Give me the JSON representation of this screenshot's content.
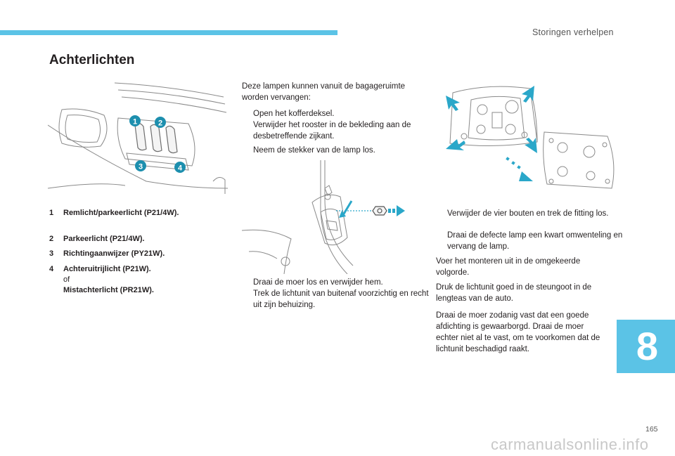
{
  "header": {
    "chapter_title": "Storingen verhelpen"
  },
  "title": "Achterlichten",
  "legend": [
    {
      "num": "1",
      "text": "Remlicht/parkeerlicht (P21/4W)."
    },
    {
      "num": "2",
      "text": "Parkeerlicht (P21/4W)."
    },
    {
      "num": "3",
      "text": "Richtingaanwijzer (PY21W)."
    },
    {
      "num": "4",
      "text": "Achteruitrijlicht (P21W).",
      "connector": "of",
      "alt": "Mistachterlicht (PR21W)."
    }
  ],
  "callouts": [
    "1",
    "2",
    "3",
    "4"
  ],
  "intro": "Deze lampen kunnen vanuit de bagageruimte worden vervangen:",
  "steps_a": [
    "Open het kofferdeksel.",
    "Verwijder het rooster in de bekleding aan de desbetreffende zijkant."
  ],
  "step_b": "Neem de stekker van de lamp los.",
  "steps_c": [
    "Draai de moer los en verwijder hem.",
    "Trek de lichtunit van buitenaf voorzichtig en recht uit zijn behuizing."
  ],
  "steps_d": [
    "Verwijder de vier bouten en trek de fitting los.",
    "Draai de defecte lamp een kwart omwenteling en vervang de lamp."
  ],
  "para_1": "Voer het monteren uit in de omgekeerde volgorde.",
  "para_2": "Druk de lichtunit goed in de steungoot in de lengteas van de auto.",
  "para_3": "Draai de moer zodanig vast dat een goede afdichting is gewaarborgd. Draai de moer echter niet al te vast, om te voorkomen dat de lichtunit beschadigd raakt.",
  "bullet_mark": "",
  "chapter_number": "8",
  "page_number": "165",
  "watermark": "carmanualsonline.info",
  "colors": {
    "accent": "#5bc3e6",
    "callout": "#1d8fae",
    "arrow": "#2aa7c9",
    "line": "#8a8a8a"
  }
}
